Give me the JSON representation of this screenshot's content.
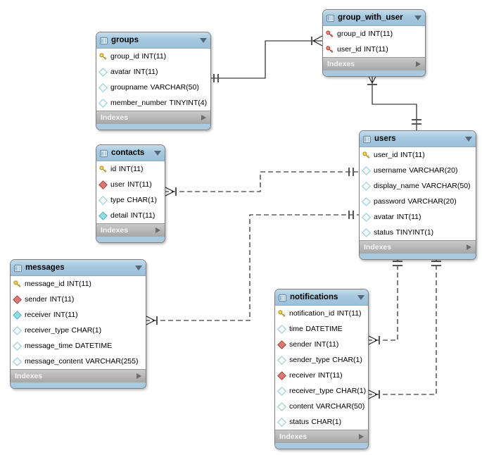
{
  "diagram_type": "EER database diagram",
  "colors": {
    "table_header_blue": "#A5C8DF",
    "footer_gray": "#ABABAB",
    "bottom_strip_blue": "#A9C9DF",
    "primary_key_icon": "#F5D349",
    "primary_foreign_key_icon": "#E8857A",
    "foreign_key_icon": "#DB7A72",
    "notnull_column_icon": "#92DDE5",
    "nullable_column_icon": "#FFFFFF"
  },
  "tables": [
    {
      "name": "groups",
      "footer_label": "Indexes",
      "columns": [
        {
          "name": "group_id",
          "type": "INT(11)",
          "icon": "primary-key-icon"
        },
        {
          "name": "avatar",
          "type": "INT(11)",
          "icon": "column-nullable-icon"
        },
        {
          "name": "groupname",
          "type": "VARCHAR(50)",
          "icon": "column-nullable-icon"
        },
        {
          "name": "member_number",
          "type": "TINYINT(4)",
          "icon": "column-nullable-icon"
        }
      ]
    },
    {
      "name": "group_with_user",
      "footer_label": "Indexes",
      "columns": [
        {
          "name": "group_id",
          "type": "INT(11)",
          "icon": "primary-foreign-key-icon"
        },
        {
          "name": "user_id",
          "type": "INT(11)",
          "icon": "primary-foreign-key-icon"
        }
      ]
    },
    {
      "name": "users",
      "footer_label": "Indexes",
      "columns": [
        {
          "name": "user_id",
          "type": "INT(11)",
          "icon": "primary-key-icon"
        },
        {
          "name": "username",
          "type": "VARCHAR(20)",
          "icon": "column-nullable-icon"
        },
        {
          "name": "display_name",
          "type": "VARCHAR(50)",
          "icon": "column-nullable-icon"
        },
        {
          "name": "password",
          "type": "VARCHAR(20)",
          "icon": "column-nullable-icon"
        },
        {
          "name": "avatar",
          "type": "INT(11)",
          "icon": "column-nullable-icon"
        },
        {
          "name": "status",
          "type": "TINYINT(1)",
          "icon": "column-nullable-icon"
        }
      ]
    },
    {
      "name": "contacts",
      "footer_label": "Indexes",
      "columns": [
        {
          "name": "id",
          "type": "INT(11)",
          "icon": "primary-key-icon"
        },
        {
          "name": "user",
          "type": "INT(11)",
          "icon": "foreign-key-icon"
        },
        {
          "name": "type",
          "type": "CHAR(1)",
          "icon": "column-nullable-icon"
        },
        {
          "name": "detail",
          "type": "INT(11)",
          "icon": "column-notnull-icon"
        }
      ]
    },
    {
      "name": "messages",
      "footer_label": "Indexes",
      "columns": [
        {
          "name": "message_id",
          "type": "INT(11)",
          "icon": "primary-key-icon"
        },
        {
          "name": "sender",
          "type": "INT(11)",
          "icon": "foreign-key-icon"
        },
        {
          "name": "receiver",
          "type": "INT(11)",
          "icon": "column-notnull-icon"
        },
        {
          "name": "receiver_type",
          "type": "CHAR(1)",
          "icon": "column-nullable-icon"
        },
        {
          "name": "message_time",
          "type": "DATETIME",
          "icon": "column-nullable-icon"
        },
        {
          "name": "message_content",
          "type": "VARCHAR(255)",
          "icon": "column-nullable-icon"
        }
      ]
    },
    {
      "name": "notifications",
      "footer_label": "Indexes",
      "columns": [
        {
          "name": "notification_id",
          "type": "INT(11)",
          "icon": "primary-key-icon"
        },
        {
          "name": "time",
          "type": "DATETIME",
          "icon": "column-nullable-icon"
        },
        {
          "name": "sender",
          "type": "INT(11)",
          "icon": "foreign-key-icon"
        },
        {
          "name": "sender_type",
          "type": "CHAR(1)",
          "icon": "column-nullable-icon"
        },
        {
          "name": "receiver",
          "type": "INT(11)",
          "icon": "foreign-key-icon"
        },
        {
          "name": "receiver_type",
          "type": "CHAR(1)",
          "icon": "column-nullable-icon"
        },
        {
          "name": "content",
          "type": "VARCHAR(50)",
          "icon": "column-nullable-icon"
        },
        {
          "name": "status",
          "type": "CHAR(1)",
          "icon": "column-nullable-icon"
        }
      ]
    }
  ],
  "relationships": [
    {
      "one_side": "groups",
      "many_side": "group_with_user",
      "line": "solid",
      "one_marker": "exactly-one",
      "many_marker": "one-to-many-crowfoot"
    },
    {
      "one_side": "users",
      "many_side": "group_with_user",
      "line": "solid",
      "one_marker": "exactly-one",
      "many_marker": "one-to-many-crowfoot"
    },
    {
      "one_side": "users",
      "many_side": "contacts",
      "line": "dashed",
      "one_marker": "exactly-one",
      "many_marker": "one-to-many-crowfoot"
    },
    {
      "one_side": "users",
      "many_side": "messages",
      "line": "dashed",
      "one_marker": "exactly-one",
      "many_marker": "one-to-many-crowfoot"
    },
    {
      "one_side": "users",
      "many_side": "notifications",
      "line": "dashed",
      "one_marker": "exactly-one",
      "many_marker": "one-to-many-crowfoot"
    },
    {
      "one_side": "users",
      "many_side": "notifications",
      "line": "dashed",
      "one_marker": "exactly-one",
      "many_marker": "one-to-many-crowfoot"
    }
  ]
}
